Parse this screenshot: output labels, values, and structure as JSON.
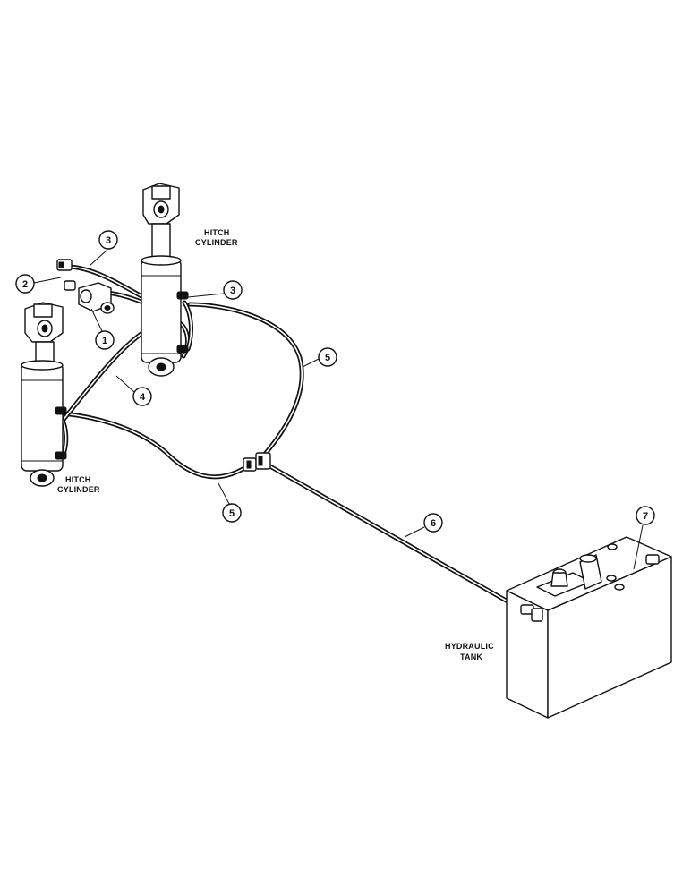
{
  "labels": {
    "hitch_cylinder_right": [
      "HITCH",
      "CYLINDER"
    ],
    "hitch_cylinder_left": [
      "HITCH",
      "CYLINDER"
    ],
    "hydraulic_tank": [
      "HYDRAULIC",
      "TANK"
    ]
  },
  "callouts": [
    {
      "id": "c1",
      "num": "1"
    },
    {
      "id": "c2",
      "num": "2"
    },
    {
      "id": "c3a",
      "num": "3"
    },
    {
      "id": "c3b",
      "num": "3"
    },
    {
      "id": "c4",
      "num": "4"
    },
    {
      "id": "c5a",
      "num": "5"
    },
    {
      "id": "c5b",
      "num": "5"
    },
    {
      "id": "c6",
      "num": "6"
    },
    {
      "id": "c7",
      "num": "7"
    }
  ]
}
